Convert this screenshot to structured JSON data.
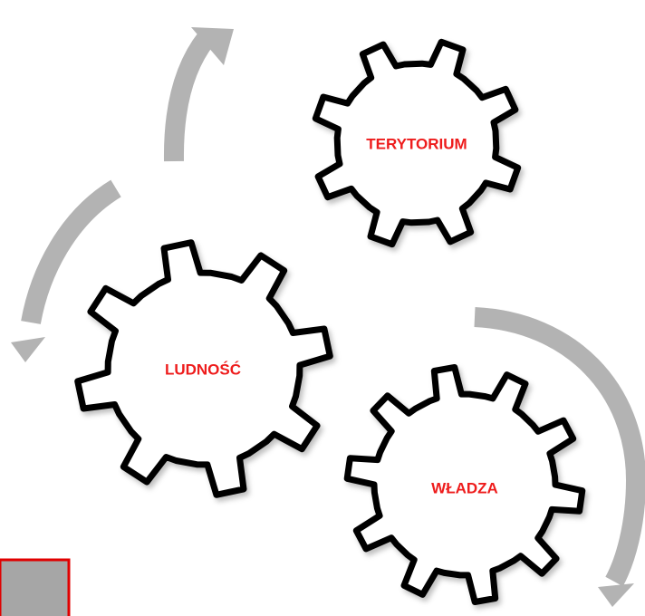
{
  "colors": {
    "gear_fill": "#ffffff",
    "gear_stroke": "#000000",
    "label": "#ee1c1c",
    "arrow": "#b3b3b3",
    "box_fill": "#a6a6a6",
    "box_border": "#e00000"
  },
  "gears": [
    {
      "id": "terytorium",
      "label": "TERYTORIUM"
    },
    {
      "id": "ludnosc",
      "label": "LUDNOŚĆ"
    },
    {
      "id": "wladza",
      "label": "WŁADZA"
    }
  ],
  "arrows": [
    {
      "id": "arrow-top-left",
      "direction": "up-right"
    },
    {
      "id": "arrow-left",
      "direction": "down-left"
    },
    {
      "id": "arrow-right",
      "direction": "down"
    }
  ],
  "box": {
    "icon": "gray-square-red-border"
  }
}
